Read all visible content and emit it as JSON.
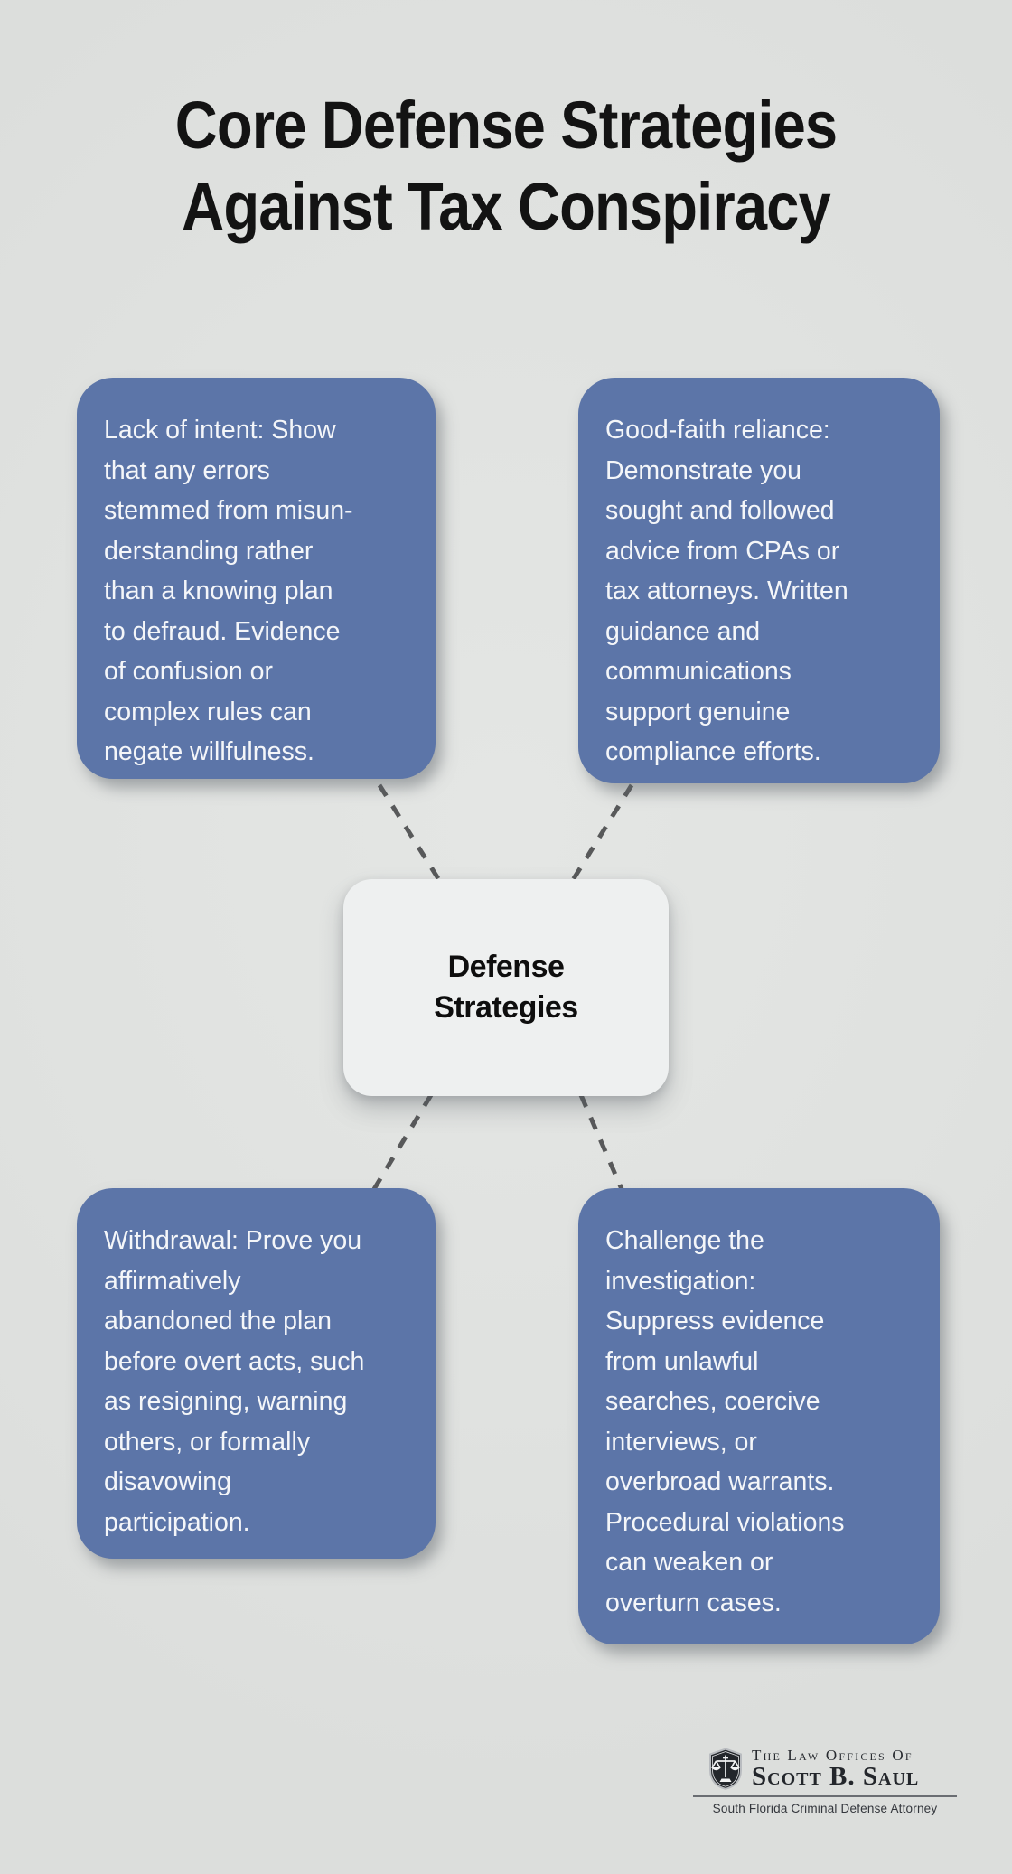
{
  "title": {
    "lines": [
      "Core Defense Strategies",
      "Against Tax Conspiracy"
    ]
  },
  "diagram": {
    "center": {
      "lines": [
        "Defense",
        "Strategies"
      ]
    },
    "nodes": [
      {
        "position": "top-left",
        "lines": [
          "Lack of intent: Show",
          "that any errors",
          "stemmed from misun-",
          "derstanding rather",
          "than a knowing plan",
          "to defraud. Evidence",
          "of confusion or",
          "complex rules can",
          "negate willfulness."
        ]
      },
      {
        "position": "top-right",
        "lines": [
          "Good-faith reliance:",
          "Demonstrate you",
          "sought and followed",
          "advice from CPAs or",
          "tax attorneys. Written",
          "guidance and",
          "communications",
          "support genuine",
          "compliance efforts."
        ]
      },
      {
        "position": "bottom-left",
        "lines": [
          "Withdrawal: Prove you",
          "affirmatively",
          "abandoned the plan",
          "before overt acts, such",
          "as resigning, warning",
          "others, or formally",
          "disavowing",
          "participation."
        ]
      },
      {
        "position": "bottom-right",
        "lines": [
          "Challenge the",
          "investigation:",
          "Suppress evidence",
          "from unlawful",
          "searches, coercive",
          "interviews, or",
          "overbroad warrants.",
          "Procedural violations",
          "can weaken or",
          "overturn cases."
        ]
      }
    ]
  },
  "footer": {
    "logo": {
      "icon": "scales-of-justice-shield-icon",
      "firm_line": "The Law Offices Of",
      "name_line": "Scott B. Saul",
      "tagline": "South Florida Criminal Defense Attorney"
    }
  },
  "colors": {
    "background": "#e0e2e0",
    "box_fill": "#5c75a8",
    "box_text": "#f4f6f9",
    "center_fill": "#eef0f0",
    "title_text": "#131313",
    "connector": "#58595a",
    "shield_fill": "#23262b"
  }
}
